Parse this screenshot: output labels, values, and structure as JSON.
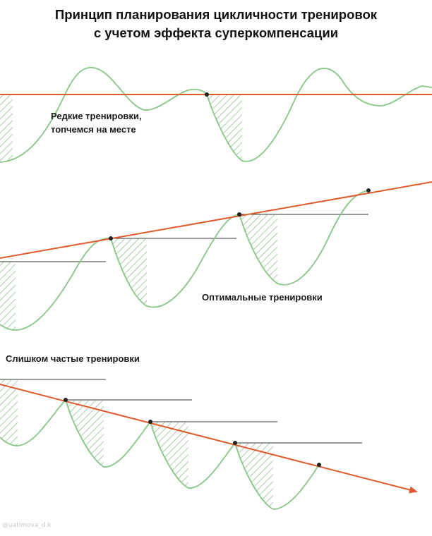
{
  "title": {
    "line1": "Принцип планирования цикличности тренировок",
    "line2": "с учетом эффекта суперкомпенсации"
  },
  "labels": {
    "rare": {
      "line1": "Редкие тренировки,",
      "line2": "топчемся на месте"
    },
    "optimal": "Оптимальные тренировки",
    "frequent": "Слишком частые тренировки"
  },
  "watermark": "@uatimova_d.k",
  "colors": {
    "trend": "#e05a2b",
    "wave": "#86c784",
    "hatch": "#7cb37a",
    "level": "#333333",
    "marker": "#222222",
    "text": "#111111"
  }
}
